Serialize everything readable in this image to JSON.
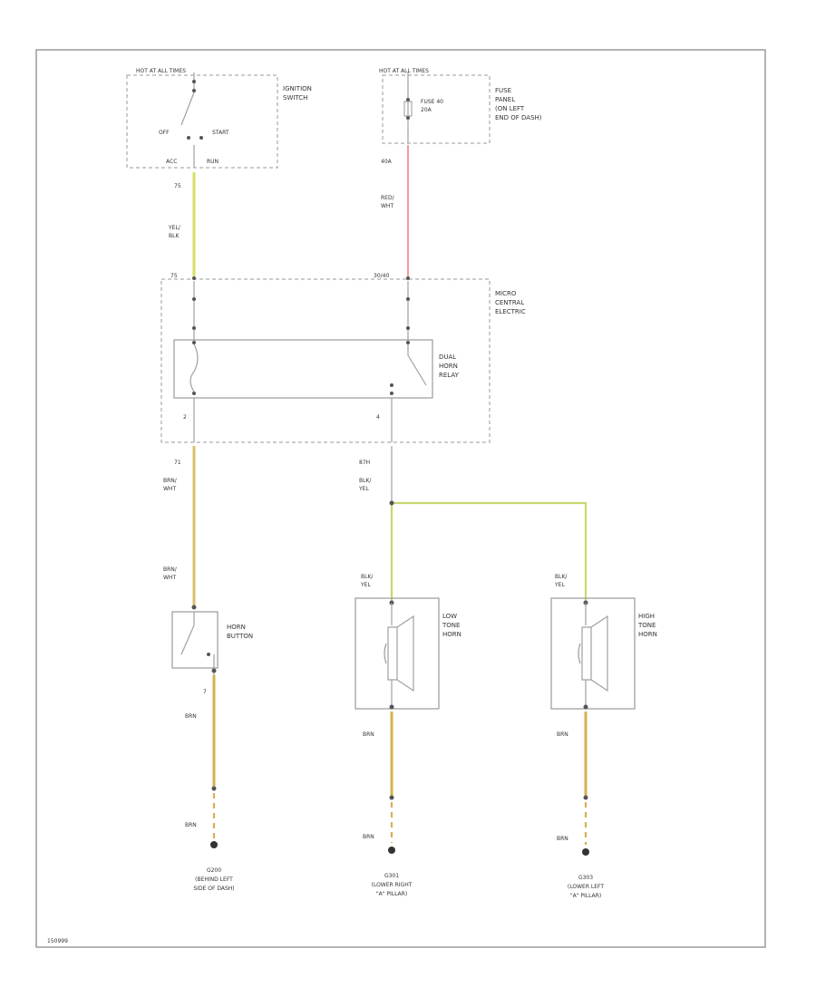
{
  "colors": {
    "wire_yel_blk": "#d8e060",
    "wire_red_wht": "#f08080",
    "wire_brn_wht": "#d8c070",
    "wire_blk_yel": "#c8d870",
    "wire_brn": "#d8b050",
    "component": "#9a9a9a"
  },
  "ignition": {
    "header": "HOT AT ALL TIMES",
    "name_l1": "IGNITION",
    "name_l2": "SWITCH",
    "off": "OFF",
    "start": "START",
    "acc": "ACC",
    "run": "RUN"
  },
  "fuse": {
    "header": "HOT AT ALL TIMES",
    "inner_l1": "FUSE 40",
    "inner_l2": "20A",
    "name_l1": "FUSE",
    "name_l2": "PANEL",
    "name_l3": "(ON LEFT",
    "name_l4": "END OF DASH)"
  },
  "wires": {
    "w75a": "75",
    "yel_blk_1": "YEL/",
    "yel_blk_2": "BLK",
    "w40a": "40A",
    "red_wht_1": "RED/",
    "red_wht_2": "WHT",
    "p75b": "75",
    "p30b": "30/40",
    "pin2": "2",
    "pin4": "4",
    "w71": "71",
    "brn_wht_1": "BRN/",
    "brn_wht_2": "WHT",
    "w87h": "87H",
    "blk_yel_1": "BLK/",
    "blk_yel_2": "YEL",
    "brn_wht_b1": "BRN/",
    "brn_wht_b2": "WHT",
    "blk_yel_l1": "BLK/",
    "blk_yel_l2": "YEL",
    "blk_yel_h1": "BLK/",
    "blk_yel_h2": "YEL",
    "pin7": "7",
    "brn_1": "BRN",
    "brn_2": "BRN",
    "brn_3": "BRN",
    "brn_4": "BRN",
    "brn_5": "BRN",
    "brn_6": "BRN"
  },
  "central": {
    "name_l1": "MICRO",
    "name_l2": "CENTRAL",
    "name_l3": "ELECTRIC"
  },
  "relay": {
    "name_l1": "DUAL",
    "name_l2": "HORN",
    "name_l3": "RELAY"
  },
  "horn_button": {
    "name_l1": "HORN",
    "name_l2": "BUTTON"
  },
  "low_horn": {
    "name_l1": "LOW",
    "name_l2": "TONE",
    "name_l3": "HORN"
  },
  "high_horn": {
    "name_l1": "HIGH",
    "name_l2": "TONE",
    "name_l3": "HORN"
  },
  "grounds": {
    "g1_id": "G200",
    "g1_l1": "(BEHIND LEFT",
    "g1_l2": "SIDE OF DASH)",
    "g2_id": "G301",
    "g2_l1": "(LOWER RIGHT",
    "g2_l2": "\"A\" PILLAR)",
    "g3_id": "G303",
    "g3_l1": "(LOWER LEFT",
    "g3_l2": "\"A\" PILLAR)"
  },
  "footer": {
    "code": "150999"
  }
}
